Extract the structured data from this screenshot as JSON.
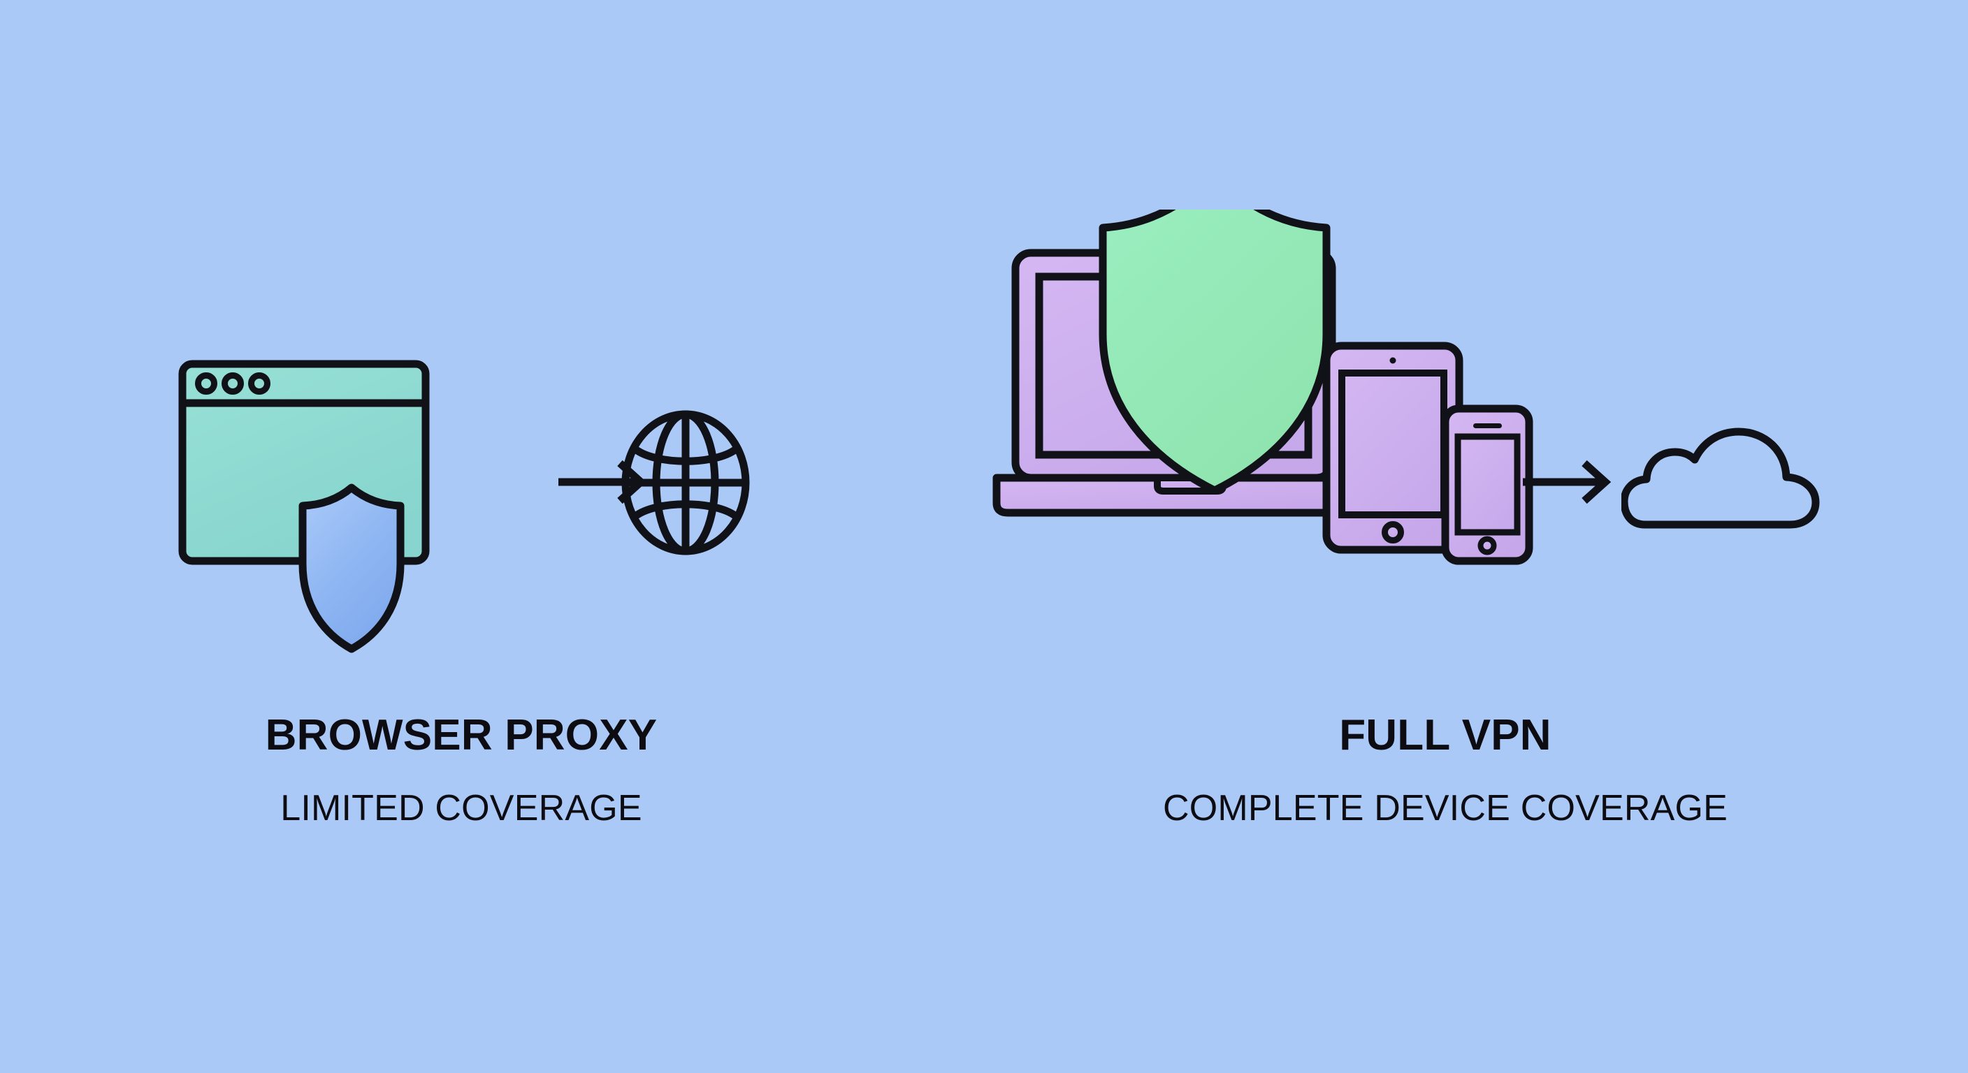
{
  "background_color": "#abc9f6",
  "stroke_color": "#111118",
  "panels": [
    {
      "id": "browser-proxy",
      "title": "BROWSER PROXY",
      "subtitle": "LIMITED COVERAGE",
      "icons": [
        {
          "name": "browser-window-icon",
          "fill": "#92dcd3",
          "label": "browser window"
        },
        {
          "name": "shield-icon",
          "fill": "#8cb4f2",
          "label": "shield"
        },
        {
          "name": "arrow-right-icon",
          "label": "arrow right"
        },
        {
          "name": "globe-icon",
          "fill": "none",
          "label": "globe"
        }
      ]
    },
    {
      "id": "full-vpn",
      "title": "FULL VPN",
      "subtitle": "COMPLETE DEVICE COVERAGE",
      "icons": [
        {
          "name": "laptop-icon",
          "fill": "#cbaeee",
          "label": "laptop"
        },
        {
          "name": "tablet-icon",
          "fill": "#cbaeee",
          "label": "tablet"
        },
        {
          "name": "smartphone-icon",
          "fill": "#cbaeee",
          "label": "smartphone"
        },
        {
          "name": "shield-icon",
          "fill": "#94e8b4",
          "label": "shield"
        },
        {
          "name": "arrow-right-icon",
          "label": "arrow right"
        },
        {
          "name": "cloud-icon",
          "fill": "none",
          "label": "cloud"
        }
      ]
    }
  ],
  "colors": {
    "mint": "#92dcd3",
    "blue_shield": "#8cb4f2",
    "green_shield": "#94e8b4",
    "lavender": "#cbaeee",
    "outline": "#111118",
    "text": "#0c0c12"
  }
}
